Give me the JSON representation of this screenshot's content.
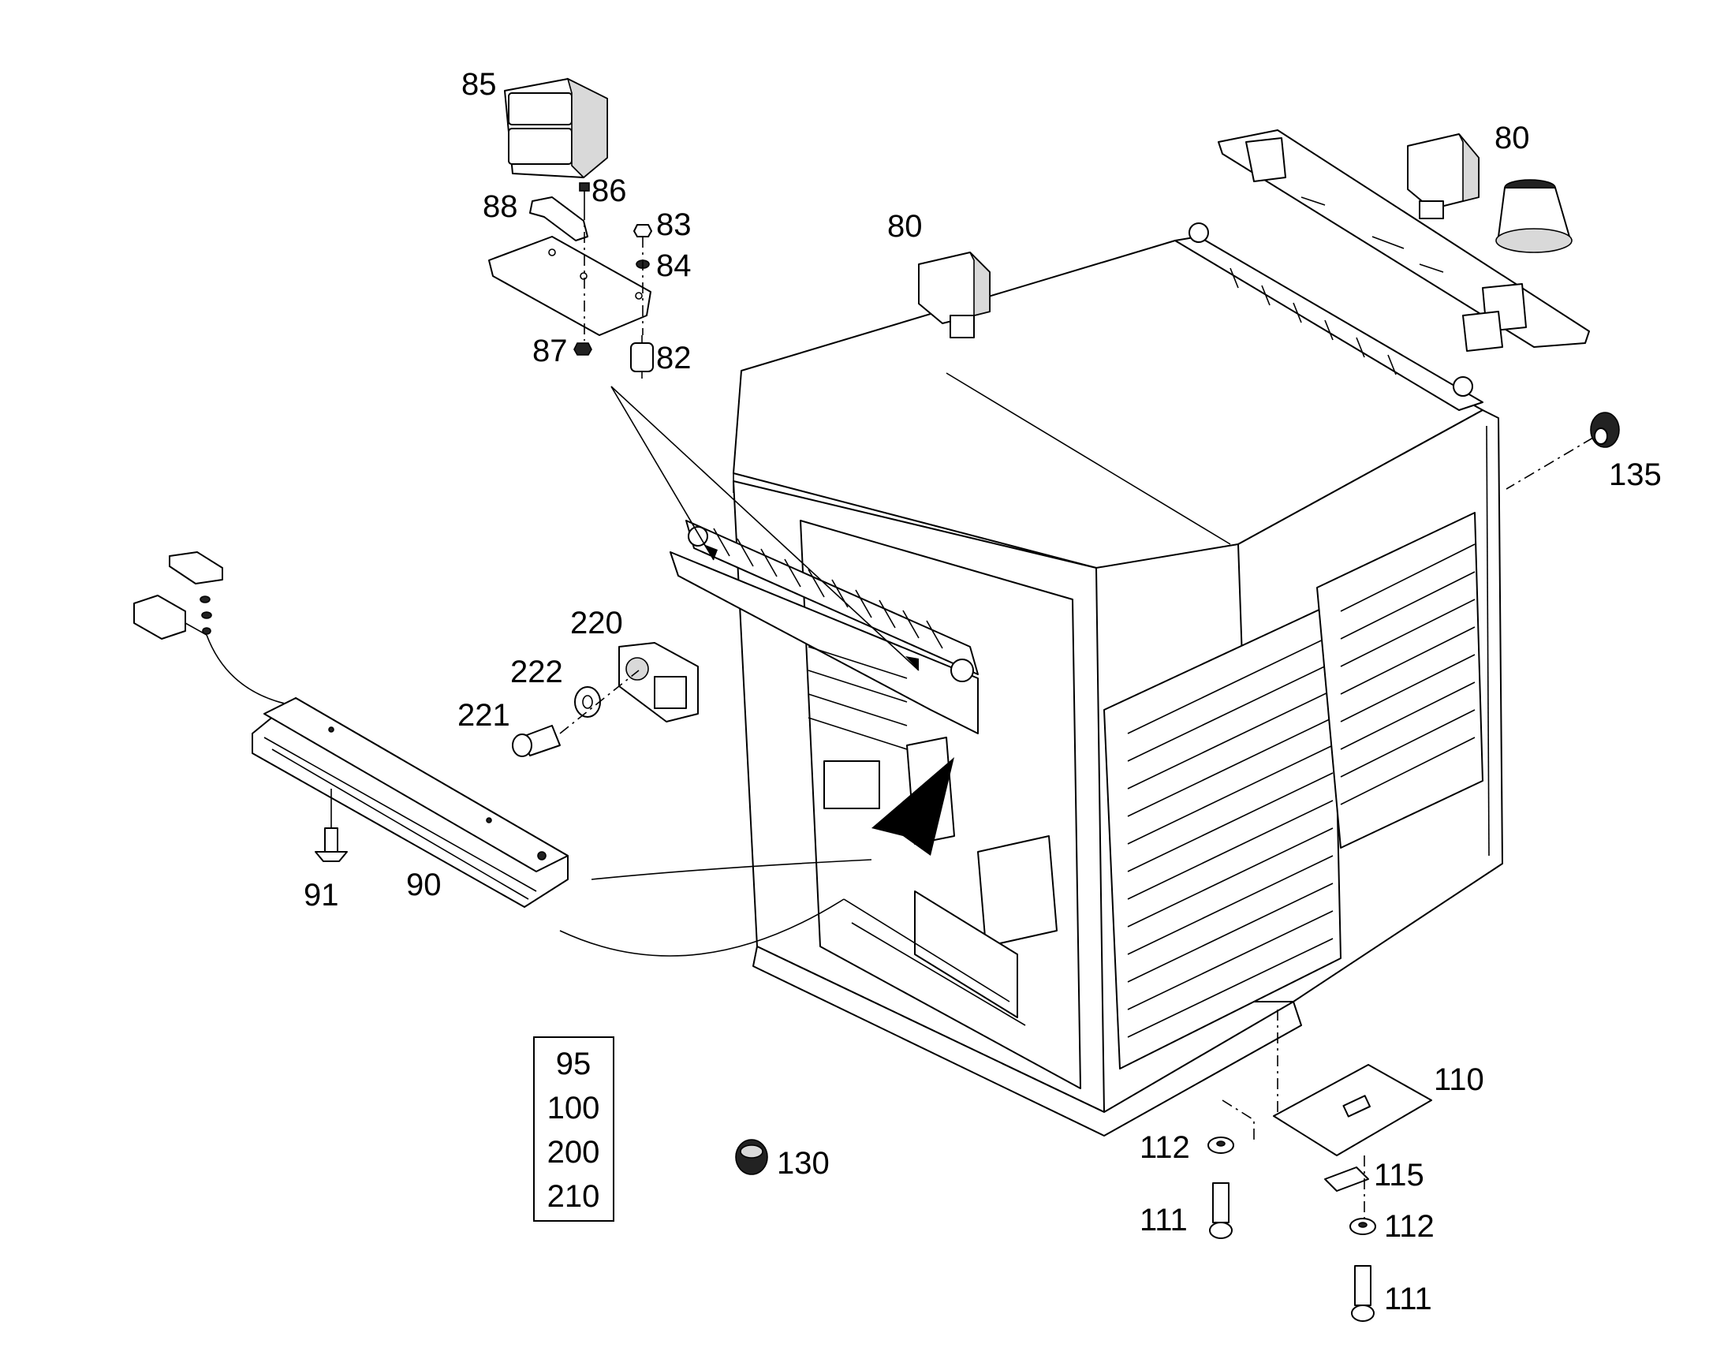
{
  "labels": {
    "l80a": "80",
    "l80b": "80",
    "l82": "82",
    "l83": "83",
    "l84": "84",
    "l85": "85",
    "l86": "86",
    "l87": "87",
    "l88": "88",
    "l90": "90",
    "l91": "91",
    "l110": "110",
    "l111a": "111",
    "l111b": "111",
    "l112a": "112",
    "l112b": "112",
    "l115": "115",
    "l130": "130",
    "l135": "135",
    "l220": "220",
    "l221": "221",
    "l222": "222"
  },
  "parts_box": [
    "95",
    "100",
    "200",
    "210"
  ]
}
